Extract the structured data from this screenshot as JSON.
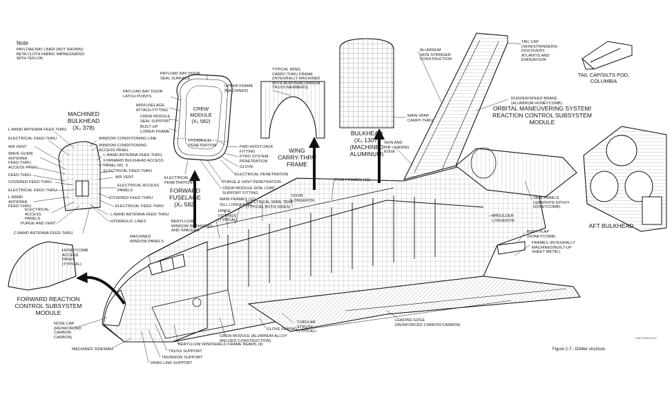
{
  "note": {
    "title": "Note",
    "body": "PAYLOAD BAY LINER (NOT SHOWN):\nBETA CLOTH FABRIC IMPREGNATED\nWITH TEFLON"
  },
  "titles": {
    "machined_bulkhead": "MACHINED\nBULKHEAD\n(X₀ 378)",
    "crew_module": "CREW\nMODULE\n(X₀ 582)",
    "forward_fuselage": "FORWARD\nFUSELAGE\n(X₀ 582)",
    "wing_carry_thru": "WING\nCARRY-THRU\nFRAME",
    "bulkhead_1307": "BULKHEAD\n(X₀ 1307)\n(MACHINED\nALUMINUM)",
    "oms_rcs": "ORBITAL MANEUVERING SYSTEM/\nREACTION CONTROL SUBSYSTEM\nMODULE",
    "aft_bulkhead": "AFT BULKHEAD",
    "forward_rcs": "FORWARD REACTION\nCONTROL SUBSYSTEM\nMODULE",
    "tail_cap": "TAIL CAP/SILTS POD,\nCOLUMBIA"
  },
  "bulkhead_labels": [
    "L-BAND ANTENNA FEED-THRU",
    "ELECTRICAL FEED-THRU",
    "AIR VENT",
    "WAVE GUIDE\nANTENNA\nFEED-THRU",
    "ACCESS PANEL",
    "FEED-THRU",
    "COVERED FEED-THRU",
    "ELECTRICAL FEED-THRU",
    "L-BAND\nANTENNA\nFEED-THRU",
    "ELECTRICAL\nACCESS\nPANELS",
    "PURGE AND VENT",
    "C-BAND ANTENNA FEED-THRU"
  ],
  "middle_labels": [
    "WINDOW CONDITIONING LINE",
    "WINDOW CONDITIONING\nACCESS PANEL",
    "L-BAND ANTENNA FEED-THRU",
    "FORWARD BULKHEAD ACCESS\nPANEL NO. 3",
    "ELECTRICAL FEED-THRU",
    "AIR VENT",
    "ELECTRICAL ACCESS\nPANELS",
    "COVERED FEED-THRU",
    "ELECTRICAL FEED-THRU",
    "L-BAND ANTENNA FEED-THRU",
    "HYDRAULIC LINES",
    "BERYLLIUM\nWINDOW RETAINERS\nAND SPACERS",
    "MACHINED\nWINDOW PANELS",
    "HONEYCOMB\nACCESS\nPANEL\n(TYPICAL)"
  ],
  "crew_labels": [
    "PAYLOAD BAY DOOR\nSEAL SURFACE",
    "UPPER FRAME\n(MACHINED)",
    "PAYLOAD BAY DOOR\nLATCH POINTS",
    "MIDFUSELAGE\nATTACH FITTING",
    "CREW MODULE\nSEAL SUPPORT",
    "BUILT-UP\nLOWER FRAME",
    "HYDRAULIC\nPENETRATION",
    "FWD HOIST/JACK\nFITTING",
    "PYRO SYSTEM\nPENETRATION",
    "GLOVE",
    "ELECTRICAL\nPENETRATIONS",
    "ELECTRICAL PENETRATION",
    "PURGE & VENT PENETRATION",
    "CREW MODULE SIDE LOAD\nSUPPORT FITTING"
  ],
  "fuselage_labels": [
    "TYPICAL WING\nCARRY-THRU FRAME\n(INTEGRALLY MACHINED\nWITH BORON/ALUMINUM\nTRUSS MEMBERS)",
    "STUB FRAMES (13)",
    "DOOR\nLONGERON",
    "MAIN FRAMES (12)",
    "ELECTRICAL WIRE TRAY\n(TYPICAL BOTH SIDES)",
    "SILL LONGERON",
    "HINGE\nFITTINGS\n(TYPICAL)"
  ],
  "tail_labels": [
    "ALUMINUM\nSKIN STRINGER\nCONSTRUCTION",
    "TAIL CAP\n(SKIN/STRINGERS)\nDISCOVERY,\nATLANTIS AND\nENDEAVOUR",
    "RUDDER/SPEED BRAKE\n(ALUMINUM HONEYCOMB)",
    "MAIN SPAR\nCARRY-THRU",
    "SKIN AND\nRIB LEADING\nEDGE",
    "SKIN PANELS\n(GRAPHITE EPOXY\nHONEYCOMB)",
    "SHOULDER\nLONGERON",
    "BODY FLAP\n(HONEYCOMB)",
    "FRAMES (INTEGRALLY\nMACHINED/BUILT-UP\nSHEET METAL)"
  ],
  "lower_labels": [
    "NOSE CAP\n(REINFORCED\nCARBON-\nCARBON)",
    "MACHINED SIDEWALL",
    "TRUSS SUPPORT",
    "TRUNNION SUPPORT",
    "DRAG LINK SUPPORT",
    "BERYLLIUM WINDSHIELD FRAME BEAMS (4)",
    "CREW MODULE (ALUMINUM ALLOY\nWELDED CONSTRUCTION)",
    "GLOVE FAIRING",
    "TUBULAR\nSTRUTS\n(TYPICAL)",
    "LEADING EDGE\n(REINFORCED CARBON-CARBON)"
  ],
  "caption": "Figure 2-7.-  Orbiter structure.",
  "code": "S32TOOR1-0207"
}
